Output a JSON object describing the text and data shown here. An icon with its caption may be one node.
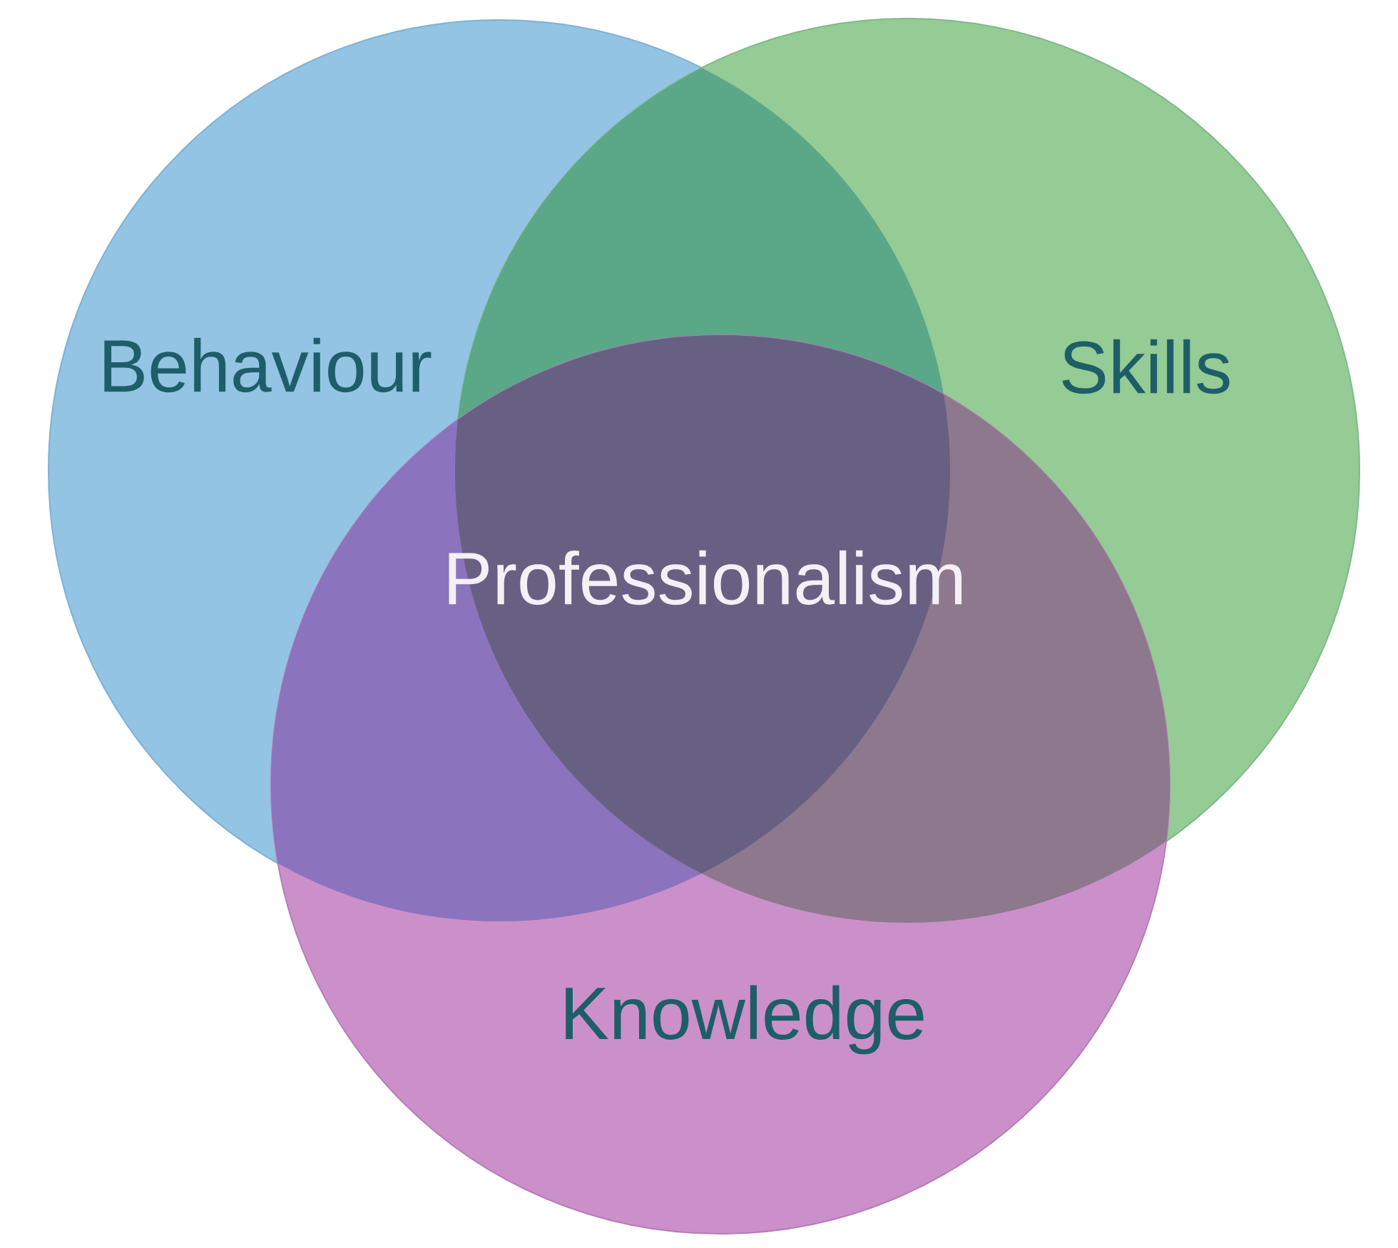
{
  "diagram": {
    "nodes": [
      {
        "text": [
          "Behaviour"
        ]
      },
      {
        "text": [
          "Skills"
        ]
      },
      {
        "text": [
          "Knowledge"
        ]
      }
    ],
    "labels": [
      "Professionalism"
    ]
  }
}
